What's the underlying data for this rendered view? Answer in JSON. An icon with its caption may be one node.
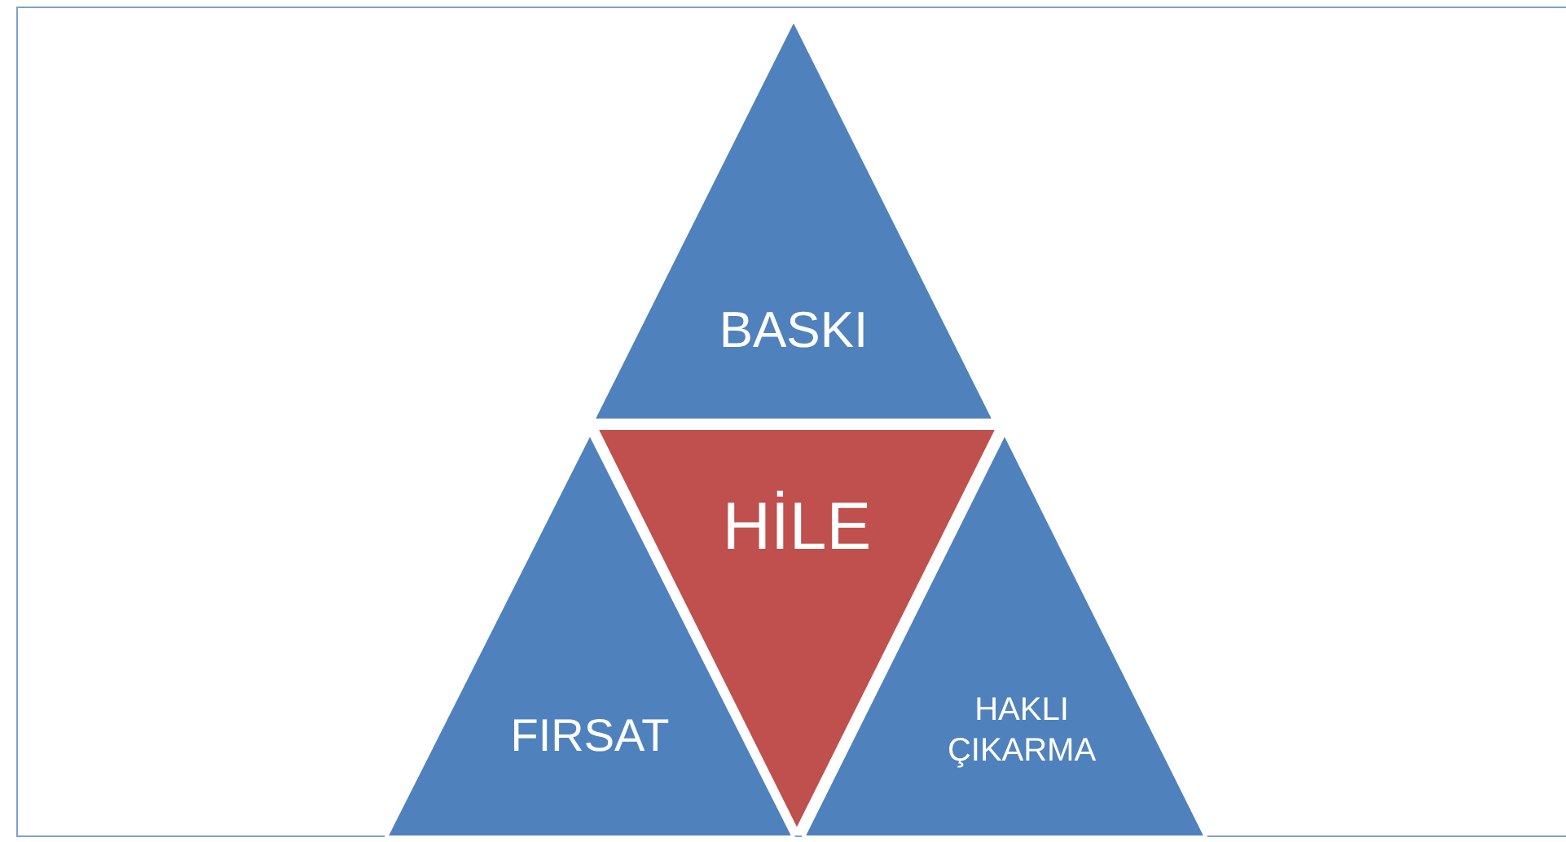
{
  "diagram": {
    "nodes": [
      {
        "text": [
          "BASKI"
        ]
      },
      {
        "text": [
          "HİLE"
        ]
      },
      {
        "text": [
          "FIRSAT"
        ]
      },
      {
        "text": [
          "HAKLI ÇIKARMA"
        ]
      }
    ]
  }
}
